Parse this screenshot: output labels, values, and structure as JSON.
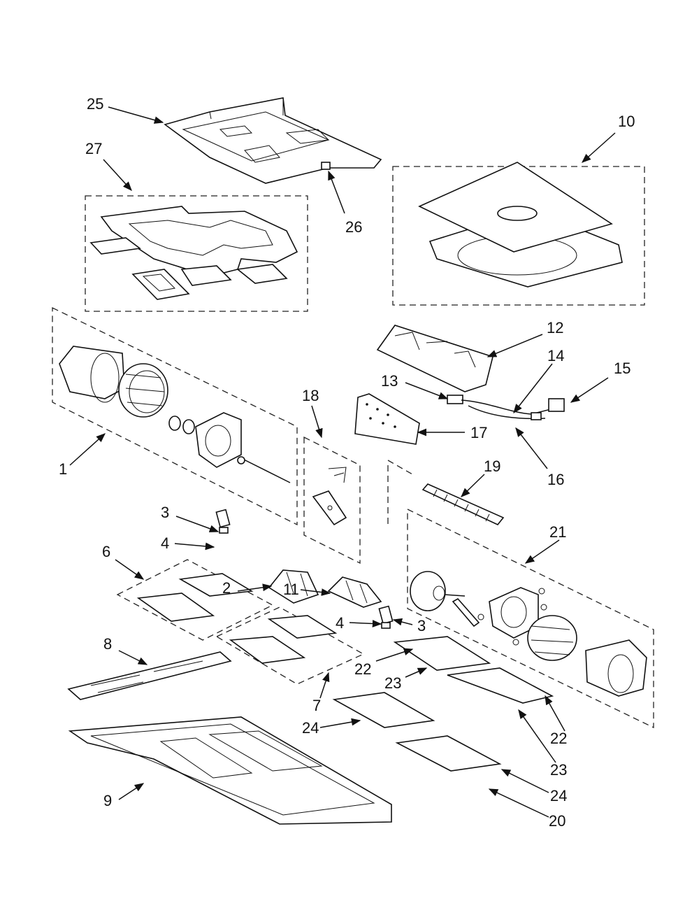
{
  "diagram": {
    "callouts": [
      "25",
      "27",
      "26",
      "10",
      "12",
      "14",
      "15",
      "13",
      "18",
      "17",
      "16",
      "1",
      "19",
      "21",
      "3",
      "4",
      "2",
      "6",
      "11",
      "4",
      "3",
      "8",
      "22",
      "23",
      "7",
      "24",
      "22",
      "23",
      "9",
      "24",
      "20"
    ],
    "colors": {
      "ink": "#111111",
      "paper": "#ffffff"
    }
  }
}
